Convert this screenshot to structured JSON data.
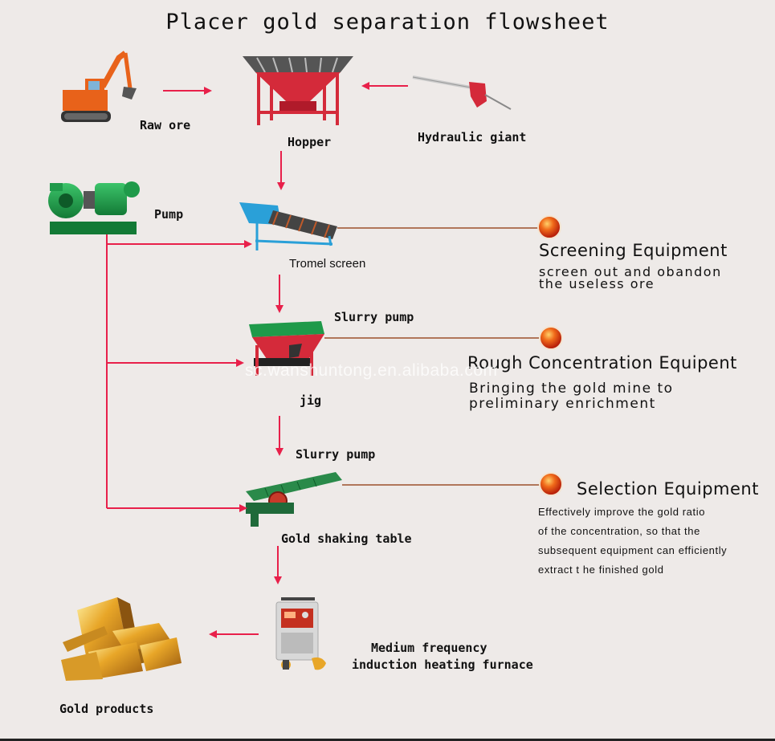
{
  "title": "Placer gold separation flowsheet",
  "nodes": {
    "raw_ore": "Raw ore",
    "hopper": "Hopper",
    "hydraulic_giant": "Hydraulic giant",
    "pump": "Pump",
    "tromel_screen": "Tromel screen",
    "slurry_pump_1": "Slurry pump",
    "jig": "jig",
    "slurry_pump_2": "Slurry pump",
    "gold_shaking_table": "Gold shaking table",
    "furnace_line1": "Medium frequency",
    "furnace_line2": "induction heating furnace",
    "gold_products": "Gold products"
  },
  "callouts": {
    "screening": {
      "title": "Screening Equipment",
      "lines": [
        "screen out and obandon",
        "the useless ore"
      ]
    },
    "rough": {
      "title": "Rough Concentration Equipent",
      "lines": [
        "Bringing the gold mine to",
        "preliminary enrichment"
      ]
    },
    "selection": {
      "title": "Selection Equipment",
      "lines": [
        "Effectively improve the gold ratio",
        "of the concentration, so that the",
        "subsequent equipment can efficiently",
        "extract t he finished gold"
      ]
    }
  },
  "watermark": "sc.wanshuntong.en.alibaba.com",
  "colors": {
    "background": "#eeeae8",
    "arrow": "#e8204a",
    "leader_line": "#b0765a",
    "dot": "#e0421a",
    "equipment_red": "#d42a3a",
    "gold": "#e8a628",
    "pump_green": "#1f9a4a",
    "excavator_orange": "#e8621a"
  }
}
